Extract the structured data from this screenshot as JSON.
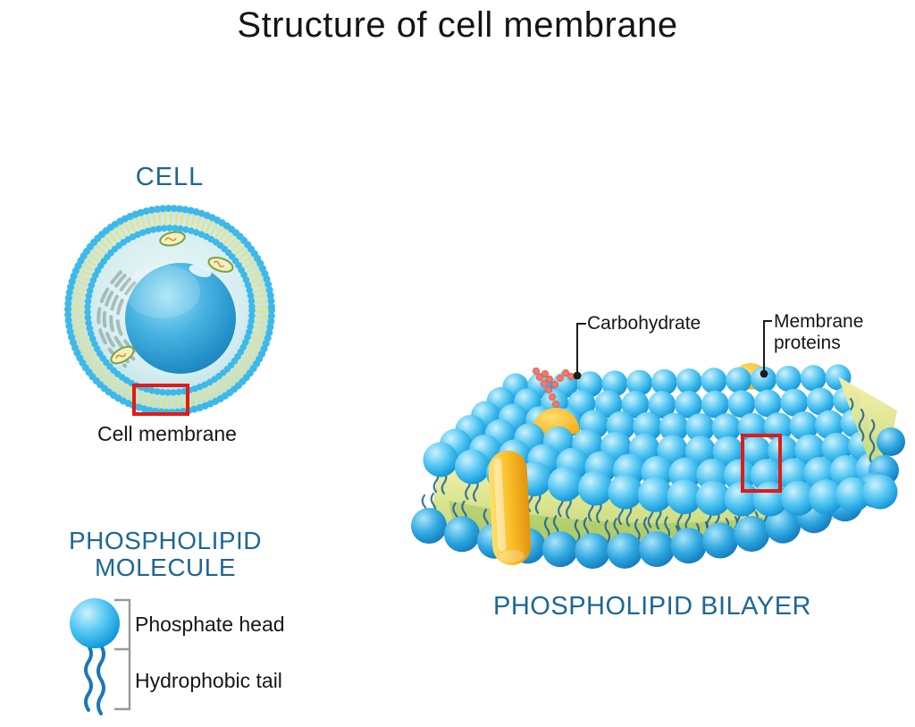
{
  "title": "Structure of cell membrane",
  "cell_section": {
    "heading": "CELL",
    "caption": "Cell membrane"
  },
  "molecule_section": {
    "heading_lines": [
      "PHOSPHOLIPID",
      "MOLECULE"
    ],
    "head_label": "Phosphate head",
    "tail_label": "Hydrophobic tail"
  },
  "bilayer_section": {
    "heading": "PHOSPHOLIPID BILAYER",
    "carbohydrate_label": "Carbohydrate",
    "membrane_proteins_lines": [
      "Membrane",
      "proteins"
    ]
  },
  "colors": {
    "heading_teal": "#1d6794",
    "text_black": "#161616",
    "sphere_blue": "#29abe2",
    "sphere_deep": "#0c7cc0",
    "membrane_gold": "#f7b32a",
    "tails_yellow_green": "#cfe07a",
    "tail_line_blue": "#1a5f9e",
    "molecule_tail_blue": "#1b76ba",
    "carbohydrate_red": "#f1786a",
    "highlight_red": "#e11b18",
    "connector_black": "#1c1c1c",
    "bracket_gray": "#999999"
  }
}
